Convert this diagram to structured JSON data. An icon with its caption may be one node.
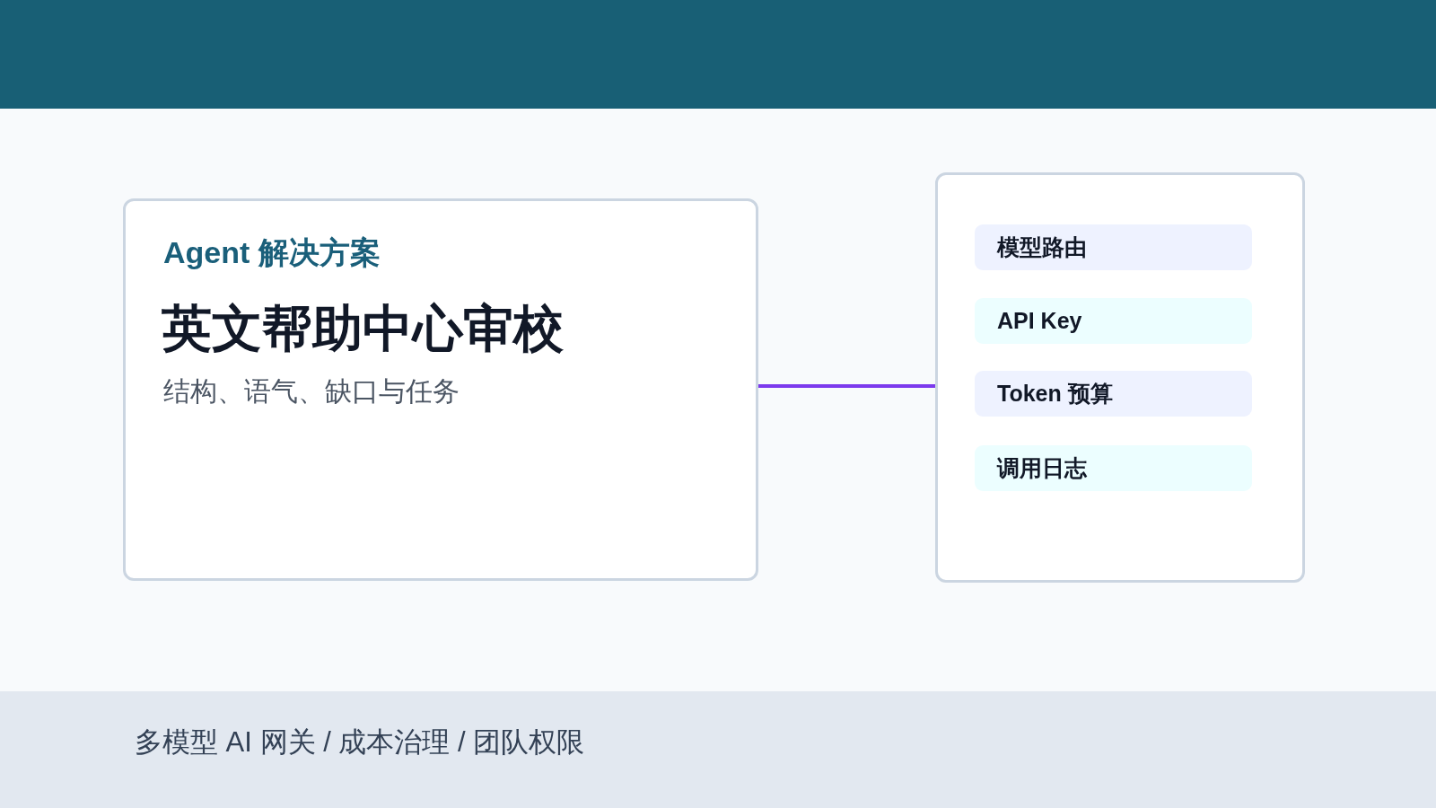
{
  "diagram": {
    "nodes": [
      {
        "text": [
          "Agent 解决方案",
          "英文帮助中心审校",
          "结构、语气、缺口与任务"
        ]
      },
      {
        "text": [],
        "shape": "box"
      },
      {
        "text": [
          "模型路由"
        ],
        "in": 1
      },
      {
        "text": [
          "API Key"
        ],
        "in": 1
      },
      {
        "text": [
          "Token 预算"
        ],
        "in": 1
      },
      {
        "text": [
          "调用日志"
        ],
        "in": 1
      }
    ],
    "edges": [
      {
        "from": 0,
        "to": 1,
        "arrow": "none",
        "color": "#7c3aed"
      }
    ],
    "labels": [
      "多模型 AI 网关 / 成本治理 / 团队权限"
    ]
  }
}
